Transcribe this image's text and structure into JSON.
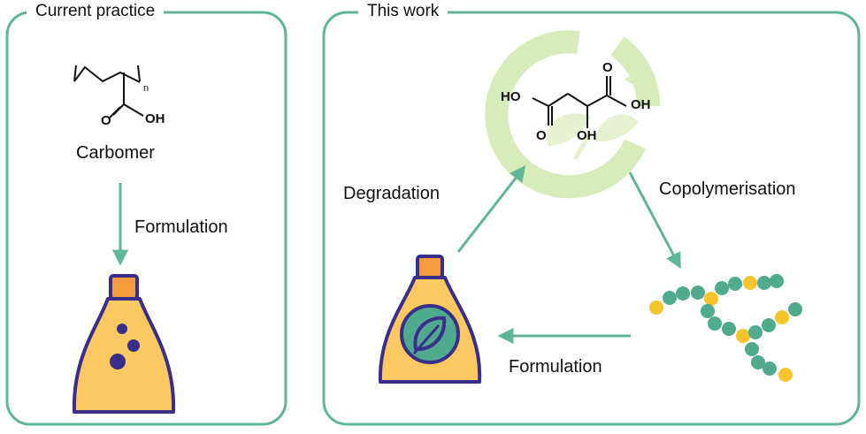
{
  "left_panel": {
    "title": "Current practice",
    "structure": {
      "subscript": "n",
      "oh_label": "OH",
      "o_label": "O"
    },
    "compound_name": "Carbomer",
    "step_label": "Formulation"
  },
  "right_panel": {
    "title": "This work",
    "structure": {
      "ho_label": "HO",
      "oh_right_label": "OH",
      "oh_bottom_label": "OH",
      "o_left_label": "O",
      "o_right_label": "O"
    },
    "degradation_label": "Degradation",
    "copolymerisation_label": "Copolymerisation",
    "formulation_label": "Formulation"
  },
  "colors": {
    "frame": "#5fb597",
    "arrow": "#5fb597",
    "bottle_body": "#fcc862",
    "bottle_cap": "#f49a3f",
    "bottle_outline": "#3a2e8c",
    "bead_green": "#4faa8e",
    "bead_yellow": "#f7c52b",
    "recycle_circle": "#d8ebbb"
  },
  "icons": [
    "carbomer-structure",
    "malic-acid-structure",
    "recycle-leaf-icon",
    "bottle-bubbles-icon",
    "bottle-leaf-icon",
    "copolymer-chain-icon"
  ]
}
